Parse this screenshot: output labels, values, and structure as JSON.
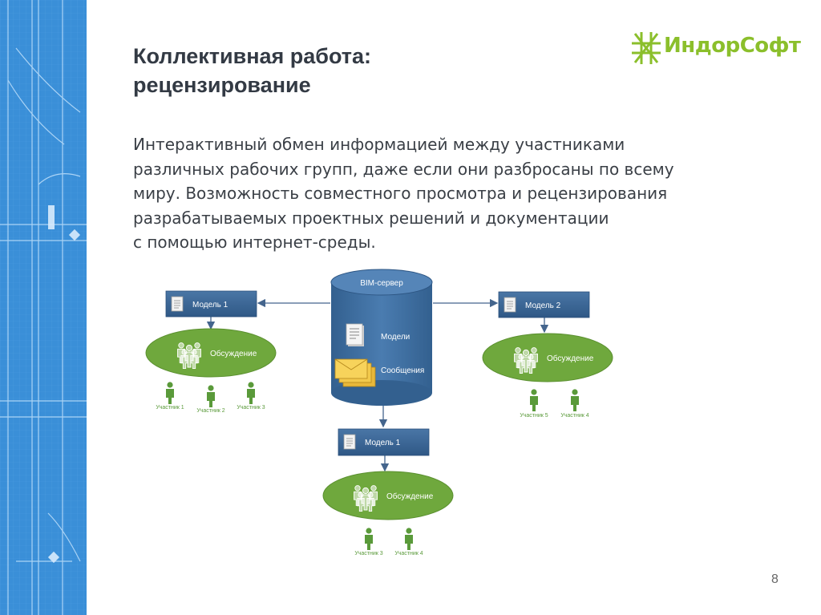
{
  "slide": {
    "title_lines": [
      "Коллективная работа:",
      "рецензирование"
    ],
    "body_lines": [
      "Интерактивный обмен информацией между участниками",
      "различных рабочих групп, даже если они разбросаны по всему",
      "миру. Возможность совместного просмотра и рецензирования",
      "разрабатываемых проектных решений и документации",
      "с помощью интернет-среды."
    ],
    "page_number": "8"
  },
  "logo": {
    "text": "ИндорСофт",
    "color": "#8bbf2b"
  },
  "diagram": {
    "server": {
      "label": "BIM-сервер",
      "items": [
        "Модели",
        "Сообщения"
      ]
    },
    "groups": [
      {
        "model": "Модель 1",
        "discussion": "Обсуждение",
        "participants": [
          "Участник 1",
          "Участник 2",
          "Участник 3"
        ]
      },
      {
        "model": "Модель 2",
        "discussion": "Обсуждение",
        "participants": [
          "Участник 5",
          "Участник 4"
        ]
      },
      {
        "model": "Модель 1",
        "discussion": "Обсуждение",
        "participants": [
          "Участник 3",
          "Участник 4"
        ]
      }
    ]
  },
  "colors": {
    "server": "#3f6fa3",
    "model_box": "#3a6596",
    "discussion": "#6fa83d",
    "participant": "#5a9a3a",
    "arrow": "#44658d",
    "blueprint": "#3a8fd8"
  }
}
